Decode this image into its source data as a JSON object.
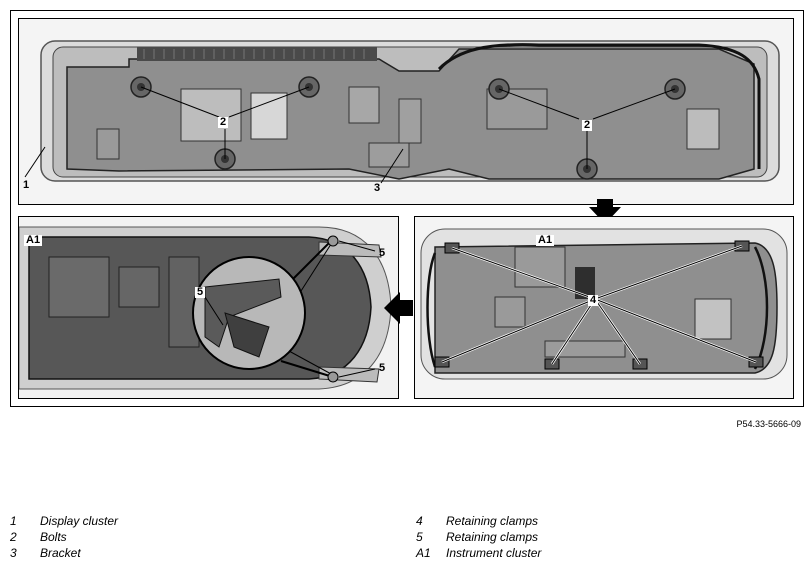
{
  "figure_id": "P54.33-5666-09",
  "callouts": {
    "top": {
      "c1": "1",
      "c2a": "2",
      "c2b": "2",
      "c3": "3"
    },
    "bottom_left": {
      "a1": "A1",
      "c5_top": "5",
      "c5_bottom": "5",
      "c5_zoom": "5"
    },
    "bottom_right": {
      "a1": "A1",
      "c4": "4"
    }
  },
  "legend": {
    "left": [
      {
        "num": "1",
        "text": "Display cluster"
      },
      {
        "num": "2",
        "text": "Bolts"
      },
      {
        "num": "3",
        "text": "Bracket"
      }
    ],
    "right": [
      {
        "num": "4",
        "text": "Retaining clamps"
      },
      {
        "num": "5",
        "text": "Retaining clamps"
      },
      {
        "num": "A1",
        "text": "Instrument cluster"
      }
    ]
  },
  "colors": {
    "plate": "#8f8f8f",
    "plate_dark": "#6e6e6e",
    "frame_grey": "#cfcfcf",
    "line": "#000000"
  }
}
